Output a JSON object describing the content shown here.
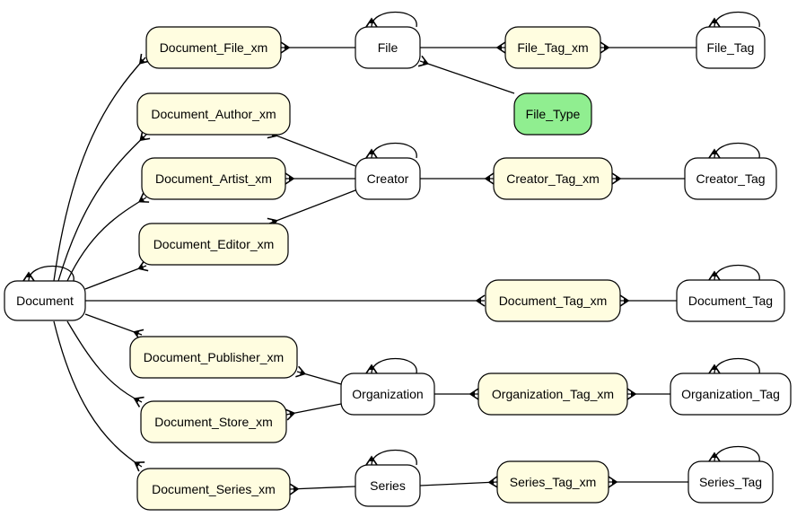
{
  "colors": {
    "entity_fill": "#ffffff",
    "join_fill": "#fffde0",
    "highlight_fill": "#90ee90",
    "stroke": "#000000"
  },
  "nodes": {
    "document": {
      "label": "Document",
      "kind": "entity"
    },
    "document_file_xm": {
      "label": "Document_File_xm",
      "kind": "join"
    },
    "document_author_xm": {
      "label": "Document_Author_xm",
      "kind": "join"
    },
    "document_artist_xm": {
      "label": "Document_Artist_xm",
      "kind": "join"
    },
    "document_editor_xm": {
      "label": "Document_Editor_xm",
      "kind": "join"
    },
    "document_publisher_xm": {
      "label": "Document_Publisher_xm",
      "kind": "join"
    },
    "document_store_xm": {
      "label": "Document_Store_xm",
      "kind": "join"
    },
    "document_series_xm": {
      "label": "Document_Series_xm",
      "kind": "join"
    },
    "file": {
      "label": "File",
      "kind": "entity"
    },
    "creator": {
      "label": "Creator",
      "kind": "entity"
    },
    "organization": {
      "label": "Organization",
      "kind": "entity"
    },
    "series": {
      "label": "Series",
      "kind": "entity"
    },
    "file_tag_xm": {
      "label": "File_Tag_xm",
      "kind": "join"
    },
    "file_type": {
      "label": "File_Type",
      "kind": "highlight"
    },
    "creator_tag_xm": {
      "label": "Creator_Tag_xm",
      "kind": "join"
    },
    "document_tag_xm": {
      "label": "Document_Tag_xm",
      "kind": "join"
    },
    "organization_tag_xm": {
      "label": "Organization_Tag_xm",
      "kind": "join"
    },
    "series_tag_xm": {
      "label": "Series_Tag_xm",
      "kind": "join"
    },
    "file_tag": {
      "label": "File_Tag",
      "kind": "entity"
    },
    "creator_tag": {
      "label": "Creator_Tag",
      "kind": "entity"
    },
    "document_tag": {
      "label": "Document_Tag",
      "kind": "entity"
    },
    "organization_tag": {
      "label": "Organization_Tag",
      "kind": "entity"
    },
    "series_tag": {
      "label": "Series_Tag",
      "kind": "entity"
    }
  },
  "edges": [
    {
      "from": "document",
      "to": "document_file_xm",
      "marker": "crowfoot"
    },
    {
      "from": "document",
      "to": "document_author_xm",
      "marker": "crowfoot"
    },
    {
      "from": "document",
      "to": "document_artist_xm",
      "marker": "crowfoot"
    },
    {
      "from": "document",
      "to": "document_editor_xm",
      "marker": "crowfoot"
    },
    {
      "from": "document",
      "to": "document_publisher_xm",
      "marker": "crowfoot"
    },
    {
      "from": "document",
      "to": "document_store_xm",
      "marker": "crowfoot"
    },
    {
      "from": "document",
      "to": "document_series_xm",
      "marker": "crowfoot"
    },
    {
      "from": "document",
      "to": "document_tag_xm",
      "marker": "crowfoot"
    },
    {
      "from": "file",
      "to": "document_file_xm",
      "marker": "crowfoot"
    },
    {
      "from": "creator",
      "to": "document_author_xm",
      "marker": "crowfoot"
    },
    {
      "from": "creator",
      "to": "document_artist_xm",
      "marker": "crowfoot"
    },
    {
      "from": "creator",
      "to": "document_editor_xm",
      "marker": "crowfoot"
    },
    {
      "from": "organization",
      "to": "document_publisher_xm",
      "marker": "crowfoot"
    },
    {
      "from": "organization",
      "to": "document_store_xm",
      "marker": "crowfoot"
    },
    {
      "from": "series",
      "to": "document_series_xm",
      "marker": "crowfoot"
    },
    {
      "from": "file",
      "to": "file_tag_xm",
      "marker": "crowfoot"
    },
    {
      "from": "file_tag",
      "to": "file_tag_xm",
      "marker": "crowfoot"
    },
    {
      "from": "file_type",
      "to": "file",
      "marker": "crowfoot"
    },
    {
      "from": "creator",
      "to": "creator_tag_xm",
      "marker": "crowfoot"
    },
    {
      "from": "creator_tag",
      "to": "creator_tag_xm",
      "marker": "crowfoot"
    },
    {
      "from": "document_tag",
      "to": "document_tag_xm",
      "marker": "crowfoot"
    },
    {
      "from": "organization",
      "to": "organization_tag_xm",
      "marker": "crowfoot"
    },
    {
      "from": "organization_tag",
      "to": "organization_tag_xm",
      "marker": "crowfoot"
    },
    {
      "from": "series",
      "to": "series_tag_xm",
      "marker": "crowfoot"
    },
    {
      "from": "series_tag",
      "to": "series_tag_xm",
      "marker": "crowfoot"
    }
  ],
  "self_loops": [
    "document",
    "file",
    "creator",
    "series",
    "file_tag",
    "creator_tag",
    "document_tag",
    "organization_tag",
    "series_tag",
    "organization"
  ]
}
